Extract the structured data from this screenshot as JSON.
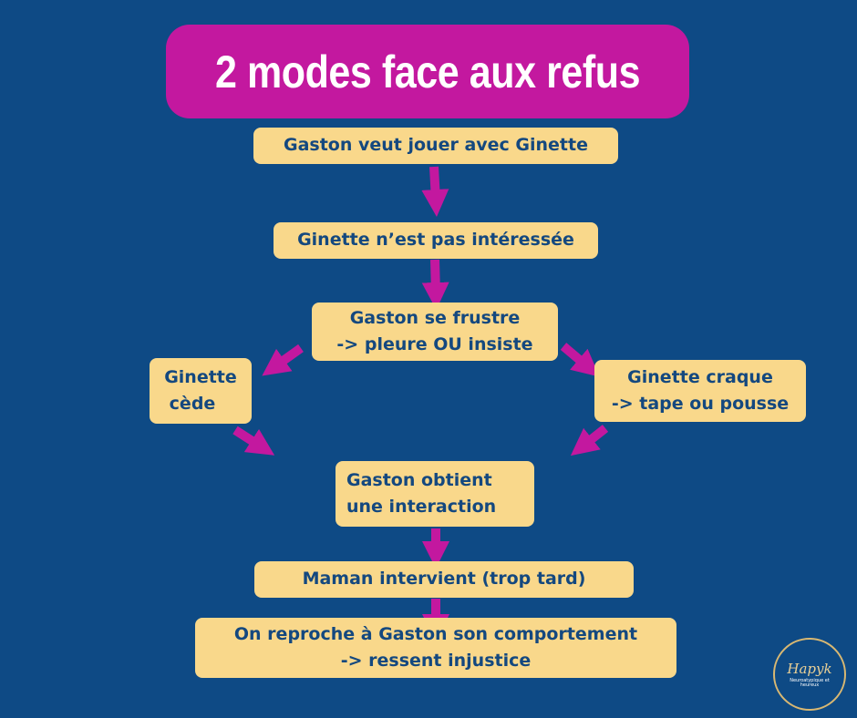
{
  "title": "2 modes face aux refus",
  "nodes": {
    "start": "Gaston veut jouer avec Ginette",
    "not_interested": "Ginette n’est pas intéressée",
    "frustrated": [
      "Gaston se frustre",
      "-> pleure OU insiste"
    ],
    "gives_in": [
      "Ginette",
      "cède"
    ],
    "snaps": [
      "Ginette craque",
      "-> tape ou pousse"
    ],
    "obtains": [
      "Gaston obtient",
      "une interaction"
    ],
    "mom": "Maman intervient (trop tard)",
    "blame": [
      "On reproche à Gaston son comportement",
      "-> ressent injustice"
    ]
  },
  "logo": {
    "brand": "Hapyk",
    "tagline": [
      "Neuroatypique et",
      "heureux"
    ]
  },
  "colors": {
    "background": "#0e4a85",
    "title_bg": "#c3189f",
    "box_bg": "#f9d88b",
    "box_text": "#14487f",
    "arrow": "#c3189f"
  }
}
